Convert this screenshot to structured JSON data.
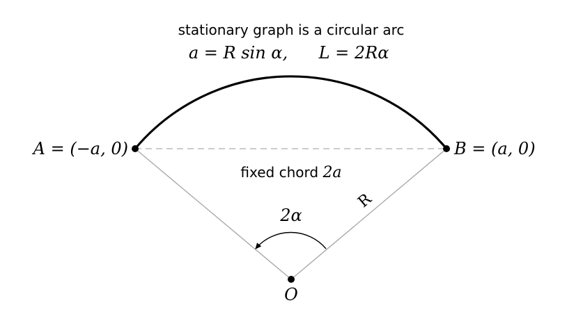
{
  "title": "stationary graph is a circular arc",
  "formula": {
    "lhs1": "a = R sin α,",
    "lhs2": "L = 2Rα"
  },
  "points": {
    "A": "A = (−a, 0)",
    "B": "B = (a, 0)",
    "O": "O"
  },
  "chord_label": {
    "text": "fixed chord ",
    "math": "2a"
  },
  "radius_label": "R",
  "angle_label": "2α",
  "colors": {
    "arc": "#000000",
    "chord": "#bbbbbb",
    "radius": "#aaaaaa",
    "points": "#000000"
  }
}
